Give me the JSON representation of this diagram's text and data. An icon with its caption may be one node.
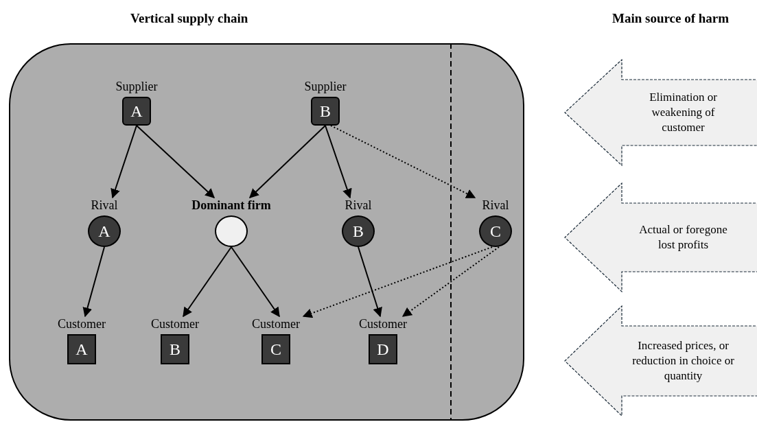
{
  "diagram": {
    "nodes": [
      {
        "text": [],
        "shape": "box"
      },
      {
        "text": [
          "Supplier",
          "A"
        ],
        "in": 0
      },
      {
        "text": [
          "Supplier",
          "B"
        ],
        "in": 0
      },
      {
        "text": [
          "Rival",
          "A"
        ],
        "in": 0
      },
      {
        "text": [
          "Dominant firm"
        ],
        "in": 0
      },
      {
        "text": [
          "Rival",
          "B"
        ],
        "in": 0
      },
      {
        "text": [
          "Rival",
          "C"
        ],
        "in": 0
      },
      {
        "text": [
          "Customer",
          "A"
        ],
        "in": 0
      },
      {
        "text": [
          "Customer",
          "B"
        ],
        "in": 0
      },
      {
        "text": [
          "Customer",
          "C"
        ],
        "in": 0
      },
      {
        "text": [
          "Customer",
          "D"
        ],
        "in": 0
      },
      {
        "text": [
          "Elimination or weakening of customer"
        ]
      },
      {
        "text": [
          "Actual or foregone lost profits"
        ]
      },
      {
        "text": [
          "Increased prices, or reduction in choice or quantity"
        ]
      }
    ],
    "edges": [
      {
        "from": 1,
        "to": 3,
        "arrow": "to"
      },
      {
        "from": 1,
        "to": 4,
        "arrow": "to"
      },
      {
        "from": 2,
        "to": 4,
        "arrow": "to"
      },
      {
        "from": 2,
        "to": 5,
        "arrow": "to"
      },
      {
        "from": 2,
        "to": 6,
        "arrow": "to",
        "style": "dashed"
      },
      {
        "from": 3,
        "to": 7,
        "arrow": "to"
      },
      {
        "from": 4,
        "to": 8,
        "arrow": "to"
      },
      {
        "from": 4,
        "to": 9,
        "arrow": "to"
      },
      {
        "from": 5,
        "to": 10,
        "arrow": "to"
      },
      {
        "from": 6,
        "to": 9,
        "arrow": "to",
        "style": "dashed"
      },
      {
        "from": 6,
        "to": 10,
        "arrow": "to",
        "style": "dashed"
      }
    ],
    "labels": [
      "Vertical supply chain",
      "Main source of harm"
    ]
  }
}
